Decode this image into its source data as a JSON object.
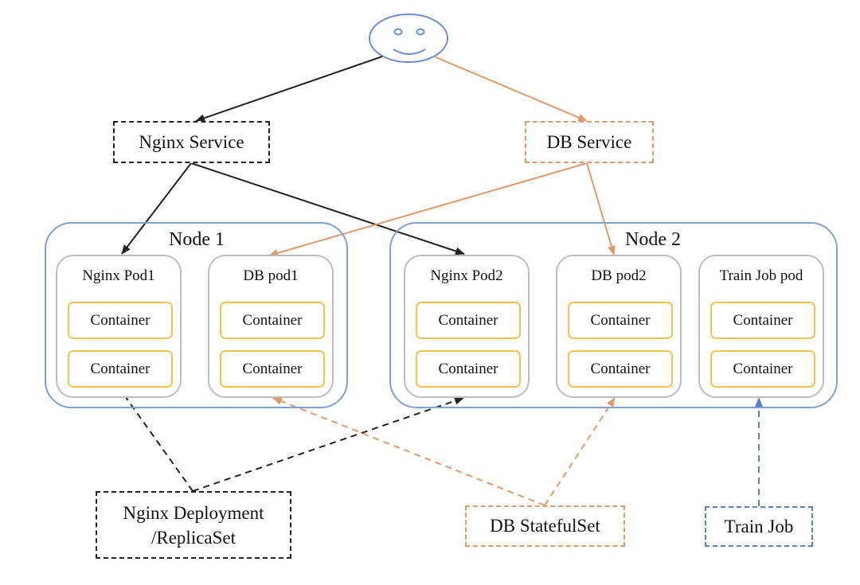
{
  "services": {
    "nginx": "Nginx Service",
    "db": "DB Service"
  },
  "nodes": [
    {
      "label": "Node 1"
    },
    {
      "label": "Node 2"
    }
  ],
  "pods": [
    {
      "label": "Nginx Pod1",
      "containers": [
        "Container",
        "Container"
      ]
    },
    {
      "label": "DB pod1",
      "containers": [
        "Container",
        "Container"
      ]
    },
    {
      "label": "Nginx Pod2",
      "containers": [
        "Container",
        "Container"
      ]
    },
    {
      "label": "DB pod2",
      "containers": [
        "Container",
        "Container"
      ]
    },
    {
      "label": "Train Job pod",
      "containers": [
        "Container",
        "Container"
      ]
    }
  ],
  "controllers": {
    "nginx_line1": "Nginx Deployment",
    "nginx_line2": "/ReplicaSet",
    "db": "DB StatefulSet",
    "train": "Train Job"
  },
  "colors": {
    "black": "#222222",
    "orange": "#e09a6a",
    "blue": "#5b7fc9",
    "node_border": "#7f9fd6",
    "container_border": "#f1c452"
  },
  "icons": {
    "user": "smiley-face-icon"
  }
}
